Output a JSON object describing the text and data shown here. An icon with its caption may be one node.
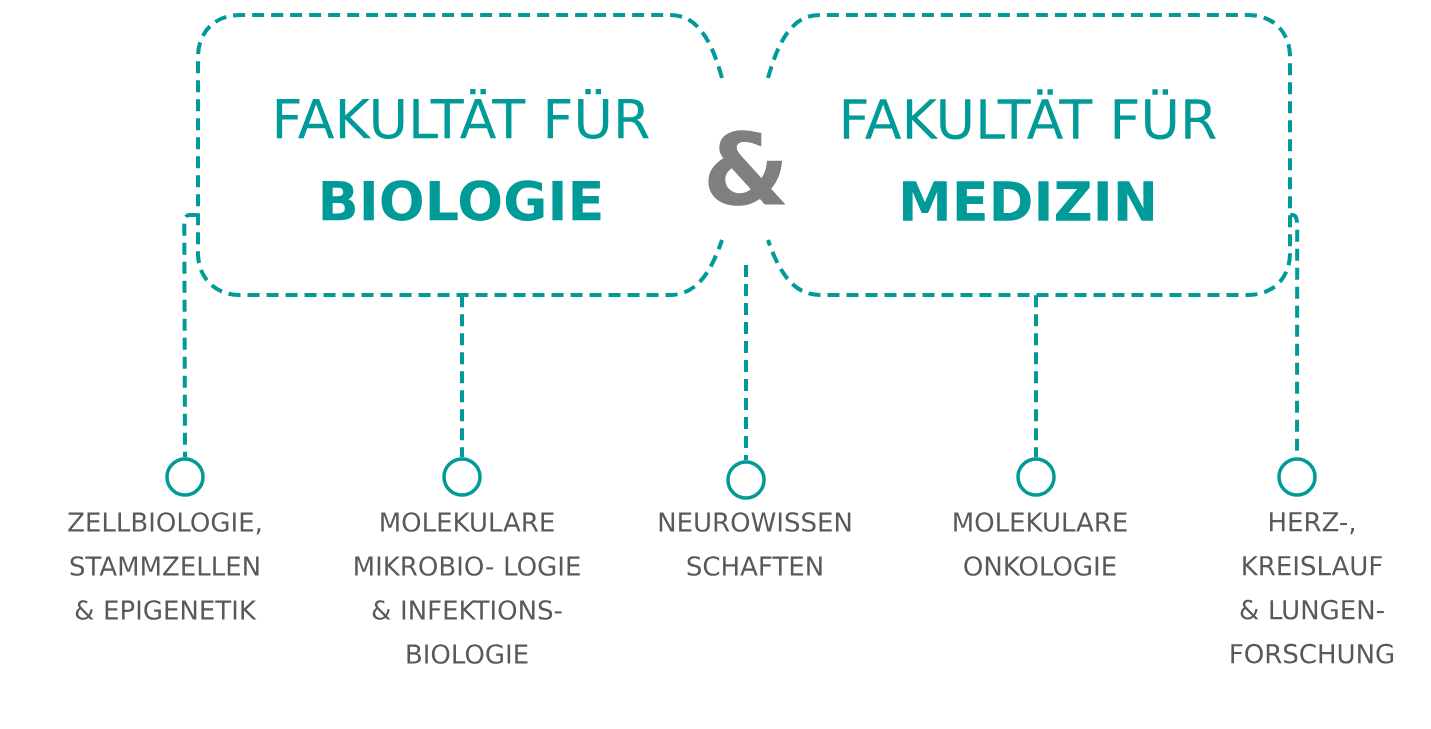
{
  "diagram": {
    "nodes": [
      {
        "text": [
          "FAKULTÄT FÜR",
          "BIOLOGIE"
        ]
      },
      {
        "text": [
          "FAKULTÄT FÜR",
          "MEDIZIN"
        ]
      },
      {
        "text": [],
        "shape": "circle",
        "beside": [
          "ZELLBIOLOGIE, STAMMZELLEN & EPIGENETIK"
        ]
      },
      {
        "text": [],
        "shape": "circle",
        "beside": [
          "MOLEKULARE MIKROBIO- LOGIE & INFEKTIONS- BIOLOGIE"
        ]
      },
      {
        "text": [],
        "shape": "circle",
        "beside": [
          "NEUROWISSEN SCHAFTEN"
        ]
      },
      {
        "text": [],
        "shape": "circle",
        "beside": [
          "MOLEKULARE ONKOLOGIE"
        ]
      },
      {
        "text": [],
        "shape": "circle",
        "beside": [
          "HERZ-, KREISLAUF & LUNGEN- FORSCHUNG"
        ]
      }
    ],
    "edges": [
      {
        "from": 0,
        "to": 2,
        "arrow": "none"
      },
      {
        "from": 0,
        "to": 3,
        "arrow": "none"
      },
      {
        "from": null,
        "to": 4,
        "arrow": "none"
      },
      {
        "from": 1,
        "to": 5,
        "arrow": "none"
      },
      {
        "from": 1,
        "to": 6,
        "arrow": "none"
      }
    ],
    "labels": [
      "&"
    ]
  }
}
